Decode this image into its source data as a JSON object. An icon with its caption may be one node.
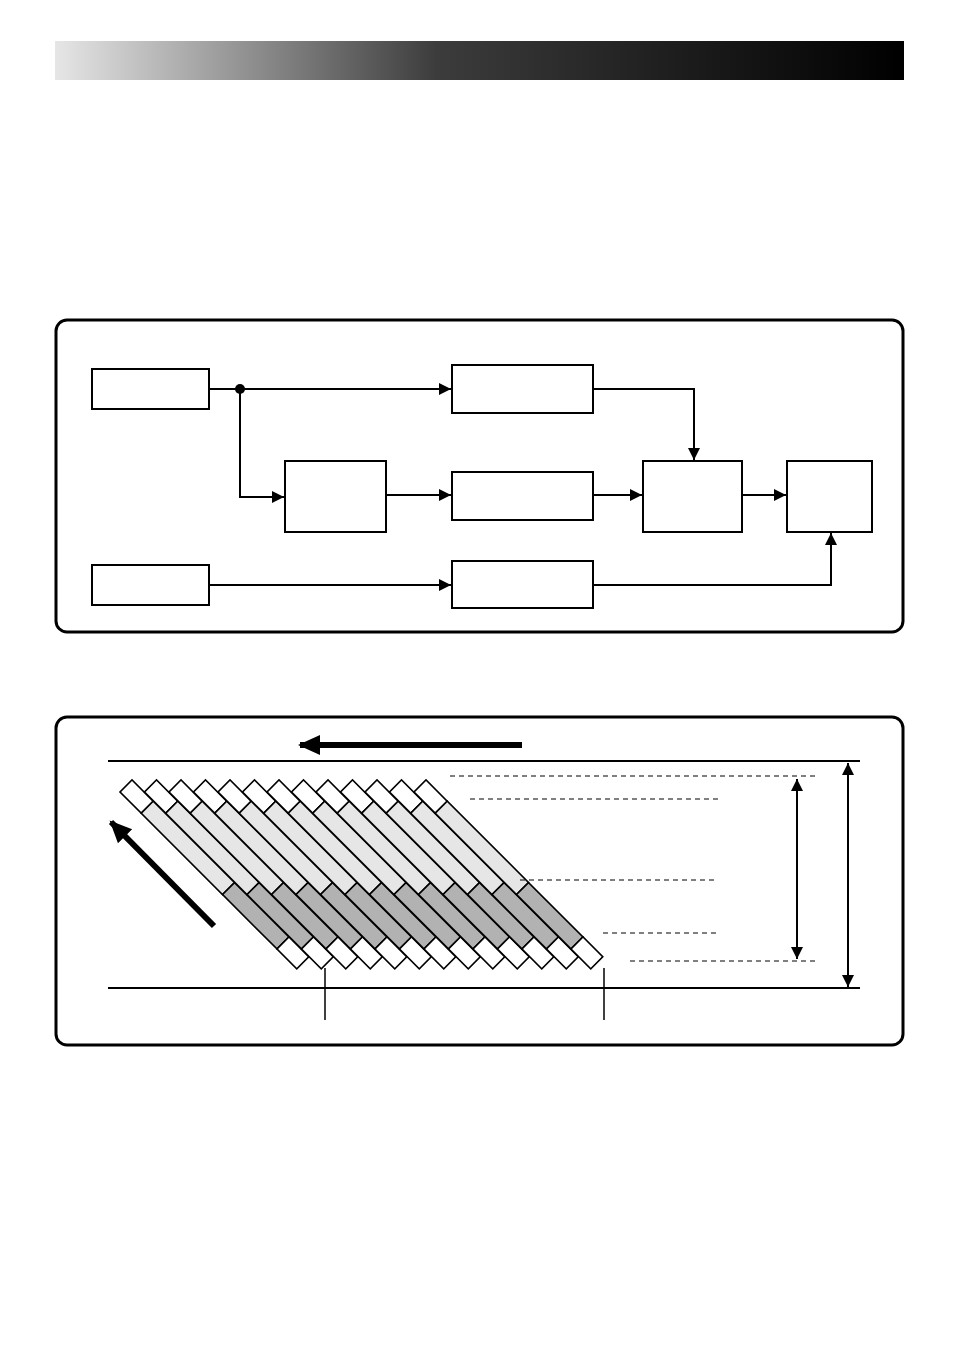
{
  "diagram": {
    "nodes": [
      {
        "text": [],
        "shape": "box"
      },
      {
        "text": [],
        "shape": "box"
      },
      {
        "text": [],
        "shape": "box"
      },
      {
        "text": [],
        "shape": "box"
      },
      {
        "text": [],
        "shape": "box"
      },
      {
        "text": [],
        "shape": "box"
      },
      {
        "text": [],
        "shape": "box"
      },
      {
        "text": [],
        "shape": "box"
      }
    ],
    "edges": [
      {
        "from": 0,
        "to": 1,
        "arrow": "to"
      },
      {
        "from": 0,
        "to": 2,
        "arrow": "to"
      },
      {
        "from": 1,
        "to": 4,
        "arrow": "to"
      },
      {
        "from": 2,
        "to": 3,
        "arrow": "to"
      },
      {
        "from": 3,
        "to": 4,
        "arrow": "to"
      },
      {
        "from": 4,
        "to": 5,
        "arrow": "to"
      },
      {
        "from": 6,
        "to": 7,
        "arrow": "to"
      },
      {
        "from": 7,
        "to": 5,
        "arrow": "to"
      }
    ]
  }
}
